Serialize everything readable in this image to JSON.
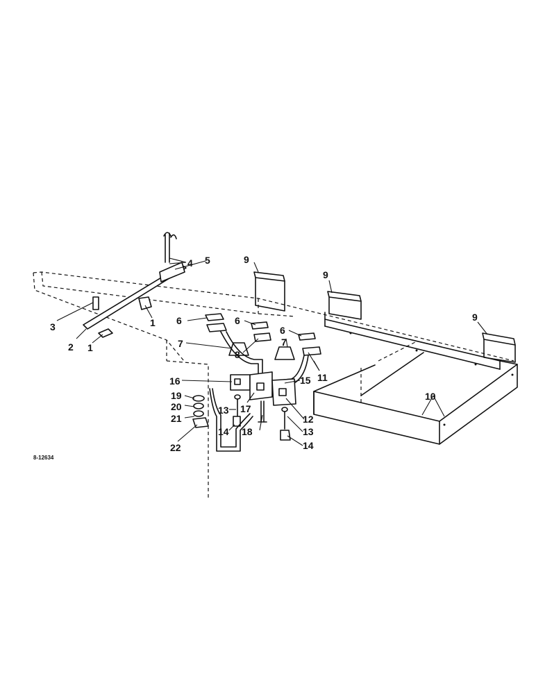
{
  "drawing": {
    "reference_number": "8-12634"
  },
  "callouts": [
    "1",
    "1",
    "2",
    "3",
    "4",
    "5",
    "6",
    "6",
    "6",
    "7",
    "7",
    "8",
    "9",
    "9",
    "9",
    "10",
    "11",
    "12",
    "13",
    "13",
    "14",
    "14",
    "15",
    "16",
    "17",
    "18",
    "19",
    "20",
    "21",
    "22"
  ]
}
